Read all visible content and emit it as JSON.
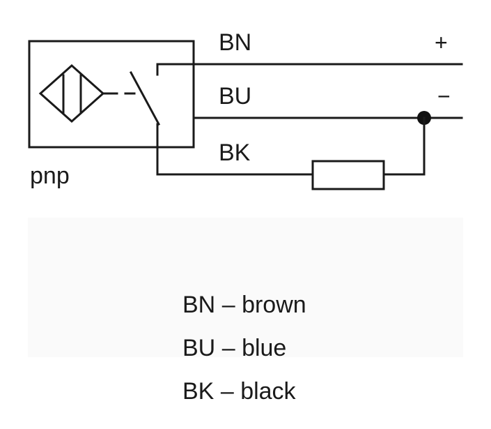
{
  "diagram": {
    "sensor_type_label": "pnp",
    "wires": [
      {
        "code": "BN",
        "polarity": "+"
      },
      {
        "code": "BU",
        "polarity": "−"
      },
      {
        "code": "BK",
        "polarity": ""
      }
    ]
  },
  "legend": [
    {
      "code": "BN",
      "dash": "–",
      "color_name": "brown"
    },
    {
      "code": "BU",
      "dash": "–",
      "color_name": "blue"
    },
    {
      "code": "BK",
      "dash": "–",
      "color_name": "black"
    }
  ]
}
